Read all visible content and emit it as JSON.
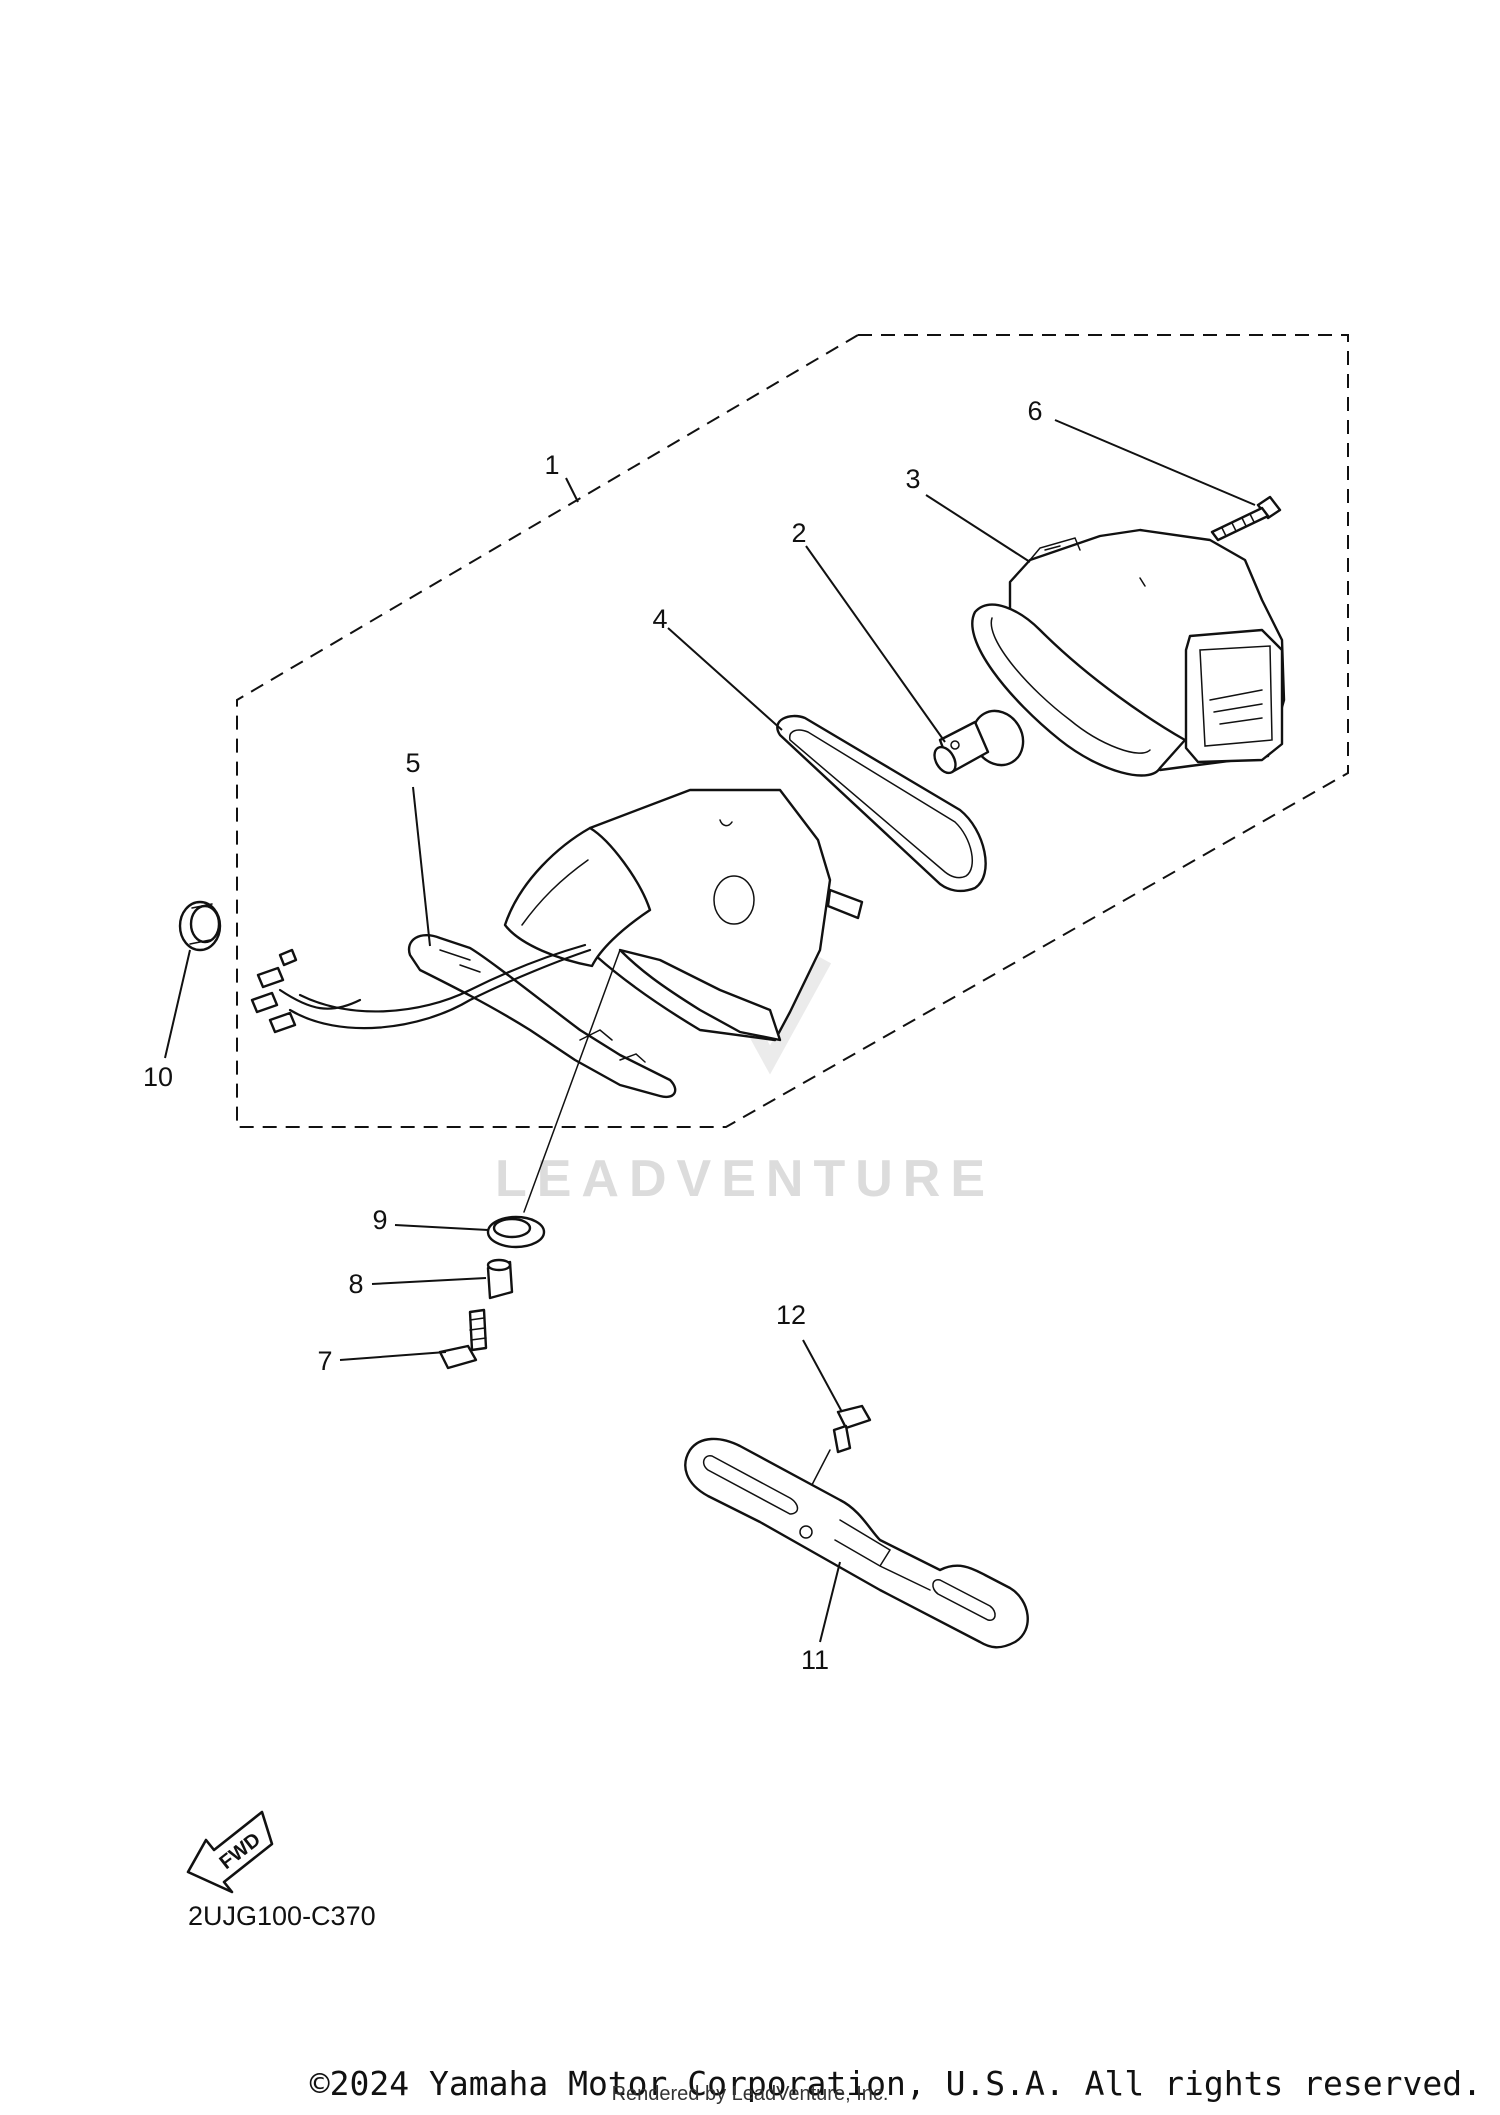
{
  "callouts": [
    "1",
    "2",
    "3",
    "4",
    "5",
    "6",
    "7",
    "8",
    "9",
    "10",
    "11",
    "12"
  ],
  "watermark": "LEADVENTURE",
  "fwd_label": "FWD",
  "diagram_code": "2UJG100-C370",
  "copyright": "©2024 Yamaha Motor Corporation, U.S.A. All rights reserved.",
  "rendered_by": "Rendered by LeadVenture, Inc."
}
